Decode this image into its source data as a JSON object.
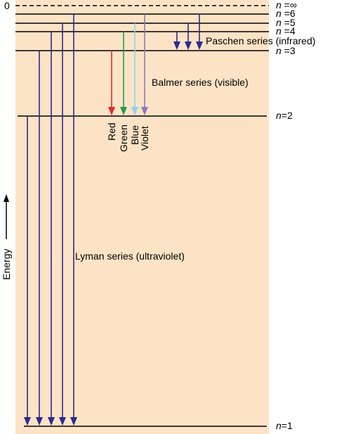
{
  "zero_label": "0",
  "energy_label": "Energy",
  "levels": [
    {
      "n": "∞",
      "dashed": true
    },
    {
      "n": "6"
    },
    {
      "n": "5"
    },
    {
      "n": "4"
    },
    {
      "n": "3"
    },
    {
      "n": "2"
    },
    {
      "n": "1"
    }
  ],
  "series": {
    "paschen": "Paschen series (infrared)",
    "balmer": "Balmer series (visible)",
    "lyman": "Lyman series (ultraviolet)"
  },
  "balmer_lines": [
    {
      "name": "Red",
      "color": "#e8262b"
    },
    {
      "name": "Green",
      "color": "#1ea04a"
    },
    {
      "name": "Blue",
      "color": "#8fd1ef"
    },
    {
      "name": "Violet",
      "color": "#8a78c2"
    }
  ],
  "colors": {
    "background": "#fde3c6",
    "series_arrow": "#2b2a8c",
    "level_line": "#000000"
  }
}
